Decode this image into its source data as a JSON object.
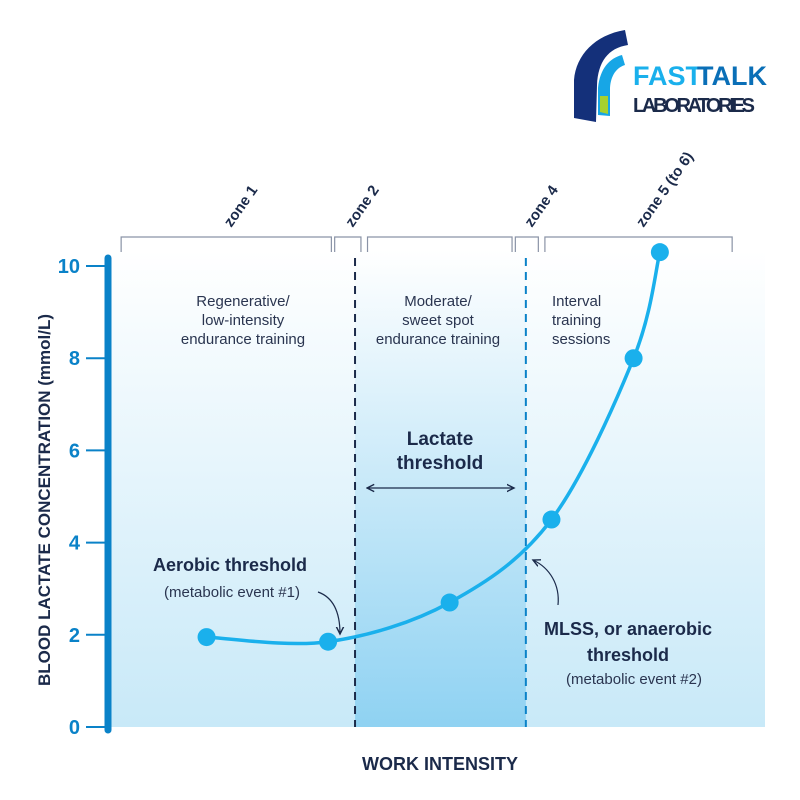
{
  "logo": {
    "line1a": "FAST",
    "line1b": "TALK",
    "line2": "LABORATORIES"
  },
  "chart_data": {
    "type": "line",
    "title": "",
    "xlabel": "WORK INTENSITY",
    "ylabel": "BLOOD LACTATE CONCENTRATION (mmol/L)",
    "ylim": [
      0,
      10
    ],
    "xlim": [
      0,
      100
    ],
    "yticks": [
      "0",
      "2",
      "4",
      "6",
      "8",
      "10"
    ],
    "series": [
      {
        "name": "Blood lactate",
        "x": [
          15,
          33.5,
          52,
          67.5,
          80,
          84
        ],
        "y": [
          1.95,
          1.85,
          2.7,
          4.5,
          8.0,
          10.3
        ]
      }
    ],
    "thresholds_x": [
      37.6,
      63.6
    ],
    "zones": [
      {
        "label": "zone 1",
        "from": 2,
        "to": 34
      },
      {
        "label": "zone 2",
        "from": 34.5,
        "to": 38.5
      },
      {
        "label": "",
        "from": 39.5,
        "to": 61.5
      },
      {
        "label": "zone 4",
        "from": 62,
        "to": 65.5
      },
      {
        "label": "zone 5 (to 6)",
        "from": 66.5,
        "to": 95
      }
    ],
    "regions": [
      {
        "line1": "Regenerative/",
        "line2": "low-intensity",
        "line3": "endurance training"
      },
      {
        "line1": "Moderate/",
        "line2": "sweet spot",
        "line3": "endurance training"
      },
      {
        "line1": "Interval",
        "line2": "training",
        "line3": "sessions"
      }
    ],
    "annotations": {
      "lactate_threshold": {
        "line1": "Lactate",
        "line2": "threshold"
      },
      "aerobic": {
        "title": "Aerobic threshold",
        "sub": "(metabolic event #1)"
      },
      "mlss": {
        "line1": "MLSS, or anaerobic",
        "line2": "threshold",
        "sub": "(metabolic event #2)"
      }
    },
    "colors": {
      "curve": "#1ab0ec",
      "axis": "#0a82c8",
      "navy": "#1b2a4a",
      "zone_fill": "#a9dcf5"
    }
  }
}
